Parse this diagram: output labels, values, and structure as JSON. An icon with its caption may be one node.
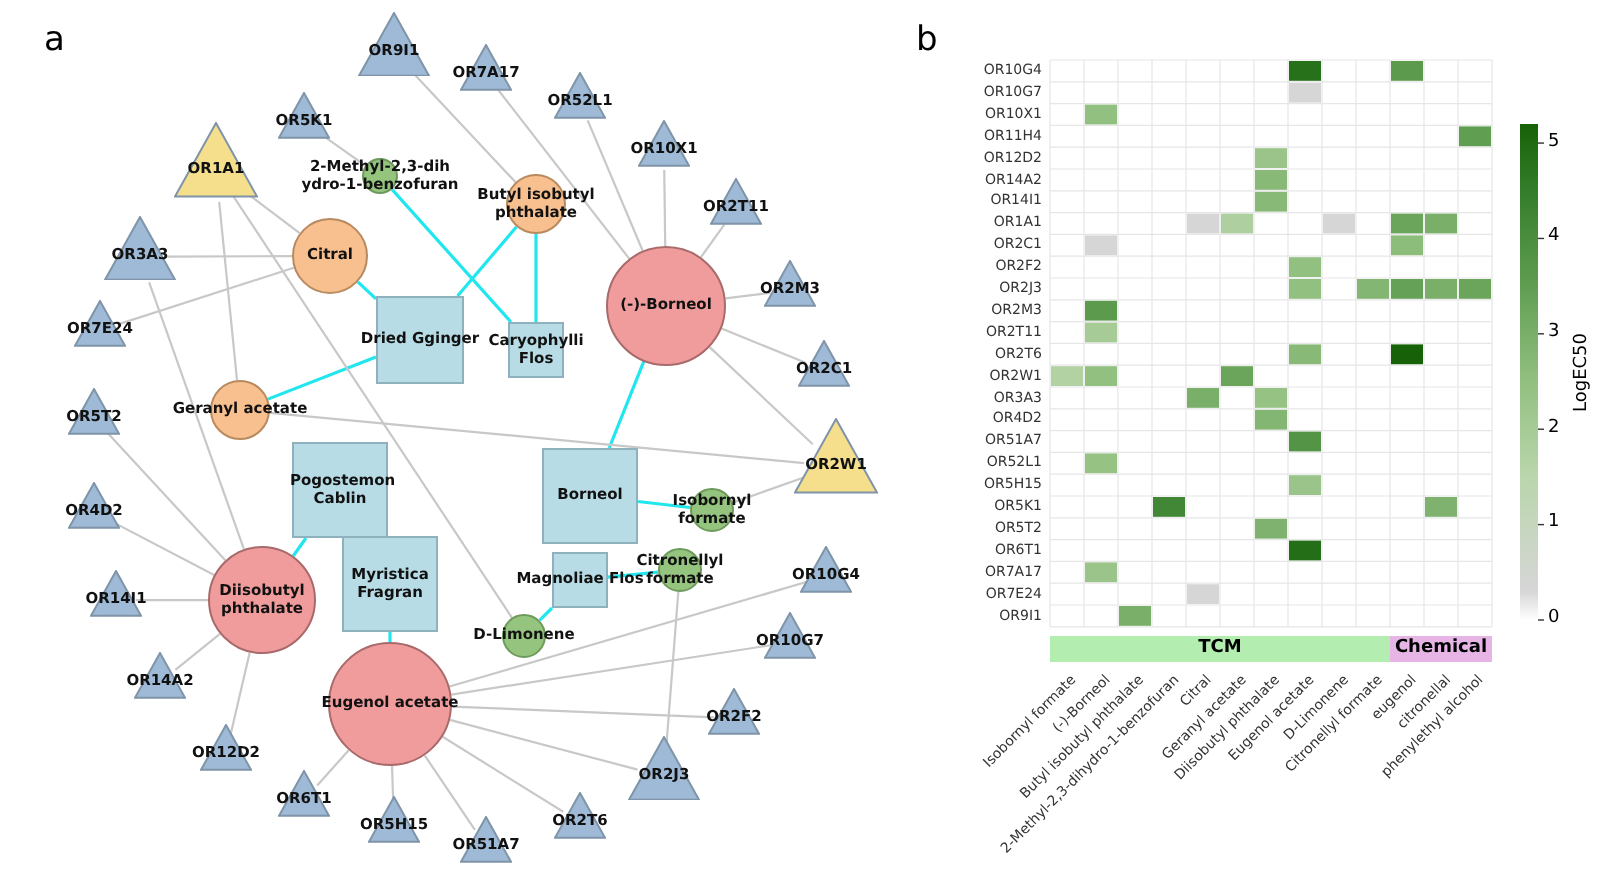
{
  "diagram": {
    "nodes": [
      {
        "text": [
          "2-Methyl-2,3-dih ydro-1-benzofuran"
        ]
      },
      {
        "text": [
          "Butyl isobutyl phthalate"
        ]
      },
      {
        "text": [
          "Citral"
        ]
      },
      {
        "text": [
          "(-)-Borneol"
        ]
      },
      {
        "text": [
          "Geranyl acetate"
        ]
      },
      {
        "text": [
          "Isobornyl formate"
        ]
      },
      {
        "text": [
          "Diisobutyl phthalate"
        ]
      },
      {
        "text": [
          "Citronellyl formate"
        ]
      },
      {
        "text": [
          "Eugenol acetate"
        ]
      },
      {
        "text": [
          "D-Limonene"
        ]
      },
      {
        "text": [
          "Dried Gginger"
        ]
      },
      {
        "text": [
          "Caryophylli Flos"
        ]
      },
      {
        "text": [
          "Pogostemon Cablin"
        ]
      },
      {
        "text": [
          "Borneol"
        ]
      },
      {
        "text": [
          "Myristica Fragran"
        ]
      },
      {
        "text": [
          "Magnoliae Flos"
        ]
      },
      {
        "text": [
          "OR9I1"
        ]
      },
      {
        "text": [
          "OR7A17"
        ]
      },
      {
        "text": [
          "OR52L1"
        ]
      },
      {
        "text": [
          "OR5K1"
        ]
      },
      {
        "text": [
          "OR1A1"
        ]
      },
      {
        "text": [
          "OR10X1"
        ]
      },
      {
        "text": [
          "OR2T11"
        ]
      },
      {
        "text": [
          "OR3A3"
        ]
      },
      {
        "text": [
          "OR2M3"
        ]
      },
      {
        "text": [
          "OR7E24"
        ]
      },
      {
        "text": [
          "OR2C1"
        ]
      },
      {
        "text": [
          "OR5T2"
        ]
      },
      {
        "text": [
          "OR2W1"
        ]
      },
      {
        "text": [
          "OR4D2"
        ]
      },
      {
        "text": [
          "OR10G4"
        ]
      },
      {
        "text": [
          "OR14I1"
        ]
      },
      {
        "text": [
          "OR10G7"
        ]
      },
      {
        "text": [
          "OR14A2"
        ]
      },
      {
        "text": [
          "OR2F2"
        ]
      },
      {
        "text": [
          "OR12D2"
        ]
      },
      {
        "text": [
          "OR2J3"
        ]
      },
      {
        "text": [
          "OR6T1"
        ]
      },
      {
        "text": [
          "OR5H15"
        ]
      },
      {
        "text": [
          "OR51A7"
        ]
      },
      {
        "text": [
          "OR2T6"
        ]
      }
    ],
    "edges": [
      {
        "from": 10,
        "to": 2,
        "arrow": "none",
        "color": "#22e6ee"
      },
      {
        "from": 10,
        "to": 1,
        "arrow": "none",
        "color": "#22e6ee"
      },
      {
        "from": 10,
        "to": 4,
        "arrow": "none",
        "color": "#22e6ee"
      },
      {
        "from": 12,
        "to": 6,
        "arrow": "none",
        "color": "#22e6ee"
      },
      {
        "from": 11,
        "to": 1,
        "arrow": "none",
        "color": "#22e6ee"
      },
      {
        "from": 11,
        "to": 0,
        "arrow": "none",
        "color": "#22e6ee"
      },
      {
        "from": 13,
        "to": 3,
        "arrow": "none",
        "color": "#22e6ee"
      },
      {
        "from": 13,
        "to": 5,
        "arrow": "none",
        "color": "#22e6ee"
      },
      {
        "from": 14,
        "to": 8,
        "arrow": "none",
        "color": "#22e6ee"
      },
      {
        "from": 15,
        "to": 7,
        "arrow": "none",
        "color": "#22e6ee"
      },
      {
        "from": 15,
        "to": 9,
        "arrow": "none",
        "color": "#22e6ee"
      },
      {
        "from": 3,
        "to": 21,
        "arrow": "none"
      },
      {
        "from": 3,
        "to": 26,
        "arrow": "none"
      },
      {
        "from": 3,
        "to": 24,
        "arrow": "none"
      },
      {
        "from": 3,
        "to": 22,
        "arrow": "none"
      },
      {
        "from": 3,
        "to": 28,
        "arrow": "none"
      },
      {
        "from": 3,
        "to": 18,
        "arrow": "none"
      },
      {
        "from": 3,
        "to": 17,
        "arrow": "none"
      },
      {
        "from": 2,
        "to": 20,
        "arrow": "none"
      },
      {
        "from": 2,
        "to": 23,
        "arrow": "none"
      },
      {
        "from": 2,
        "to": 25,
        "arrow": "none"
      },
      {
        "from": 4,
        "to": 20,
        "arrow": "none"
      },
      {
        "from": 4,
        "to": 28,
        "arrow": "none"
      },
      {
        "from": 6,
        "to": 35,
        "arrow": "none"
      },
      {
        "from": 6,
        "to": 33,
        "arrow": "none"
      },
      {
        "from": 6,
        "to": 31,
        "arrow": "none"
      },
      {
        "from": 6,
        "to": 23,
        "arrow": "none"
      },
      {
        "from": 6,
        "to": 29,
        "arrow": "none"
      },
      {
        "from": 6,
        "to": 27,
        "arrow": "none"
      },
      {
        "from": 8,
        "to": 30,
        "arrow": "none"
      },
      {
        "from": 8,
        "to": 32,
        "arrow": "none"
      },
      {
        "from": 8,
        "to": 34,
        "arrow": "none"
      },
      {
        "from": 8,
        "to": 36,
        "arrow": "none"
      },
      {
        "from": 8,
        "to": 40,
        "arrow": "none"
      },
      {
        "from": 8,
        "to": 39,
        "arrow": "none"
      },
      {
        "from": 8,
        "to": 38,
        "arrow": "none"
      },
      {
        "from": 8,
        "to": 37,
        "arrow": "none"
      },
      {
        "from": 9,
        "to": 20,
        "arrow": "none"
      },
      {
        "from": 7,
        "to": 36,
        "arrow": "none"
      },
      {
        "from": 5,
        "to": 28,
        "arrow": "none"
      },
      {
        "from": 1,
        "to": 16,
        "arrow": "none"
      },
      {
        "from": 0,
        "to": 19,
        "arrow": "none"
      }
    ],
    "labels": [
      "a",
      "b",
      "OR10G4",
      "OR10G7",
      "OR10X1",
      "OR11H4",
      "OR12D2",
      "OR14A2",
      "OR14I1",
      "OR1A1",
      "OR2C1",
      "OR2F2",
      "OR2J3",
      "OR2M3",
      "OR2T11",
      "OR2T6",
      "OR2W1",
      "OR3A3",
      "OR4D2",
      "OR51A7",
      "OR52L1",
      "OR5H15",
      "OR5K1",
      "OR5T2",
      "OR6T1",
      "OR7A17",
      "OR7E24",
      "OR9I1",
      "TCM",
      "Chemical",
      "Isobornyl formate",
      "(-)-Borneol",
      "Butyl isobutyl phthalate",
      "2-Methyl-2,3-dihydro-1-benzofuran",
      "Citral",
      "Geranyl acetate",
      "Diisobutyl phthalate",
      "Eugenol acetate",
      "D-Limonene",
      "Citronellyl formate",
      "eugenol",
      "citronellal",
      "phenylethyl alcohol",
      "5",
      "4",
      "3",
      "2",
      "1",
      "0",
      "LogEC50"
    ]
  }
}
